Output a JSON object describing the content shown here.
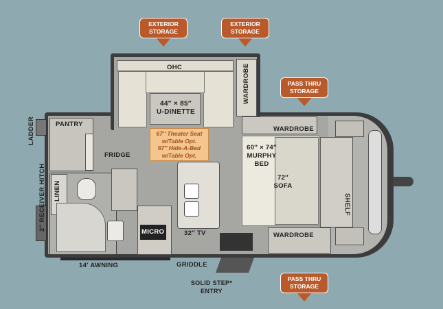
{
  "pins": {
    "ext1": "EXTERIOR\nSTORAGE",
    "ext2": "EXTERIOR\nSTORAGE",
    "pass1": "PASS THRU\nSTORAGE",
    "pass2": "PASS THRU\nSTORAGE"
  },
  "labels": {
    "ohc": "OHC",
    "wardrobe_slide": "WARDROBE",
    "dinette_size": "44″ × 85″",
    "dinette": "U-DINETTE",
    "pantry": "PANTRY",
    "fridge": "FRIDGE",
    "wardrobe_top": "WARDROBE",
    "murphy": "60″ × 74″\nMURPHY\nBED",
    "sofa": "72″\nSOFA",
    "shelf": "SHELF",
    "linen": "LINEN",
    "micro": "MICRO",
    "tv": "32″ TV",
    "wardrobe_bottom": "WARDROBE",
    "awning": "14′ AWNING",
    "griddle": "GRIDDLE",
    "entry": "SOLID STEP*\nENTRY",
    "ladder": "LADDER",
    "hitch": "2″ RECEIVER HITCH"
  },
  "option_note": "67″ Theater Seat\nw/Table Opt.\n67″ Hide-A-Bed\nw/Table Opt.",
  "colors": {
    "pin": "#b85a2c",
    "background": "#8fa9b0",
    "note_bg": "#f4c58f"
  }
}
